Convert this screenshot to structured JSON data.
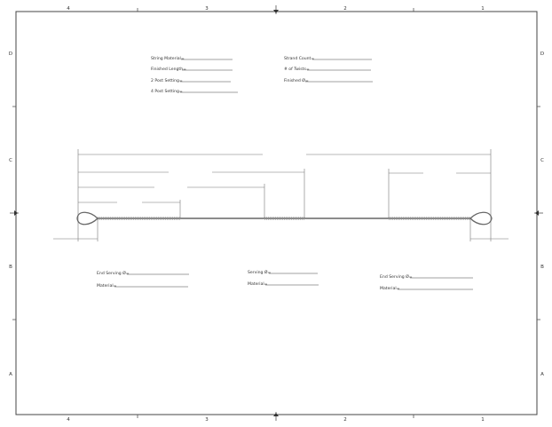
{
  "frame": {
    "top_zones": [
      "4",
      "3",
      "2",
      "1"
    ],
    "side_zones": [
      "D",
      "C",
      "B",
      "A"
    ]
  },
  "spec_fields": {
    "string_material": "String Material=",
    "finished_length": "Finished Length=",
    "two_post_setting": "2 Post Setting=",
    "four_post_setting": "4 Post Setting=",
    "strand_count": "Strand Count=",
    "twists": "# of Twists=",
    "finished_diameter": "Finished Ø="
  },
  "serving_fields": {
    "left_end_serving": "End Serving Ø=",
    "left_material": "Material=",
    "center_serving": "Serving Ø=",
    "center_material": "Material=",
    "right_end_serving": "End Serving Ø=",
    "right_material": "Material="
  }
}
